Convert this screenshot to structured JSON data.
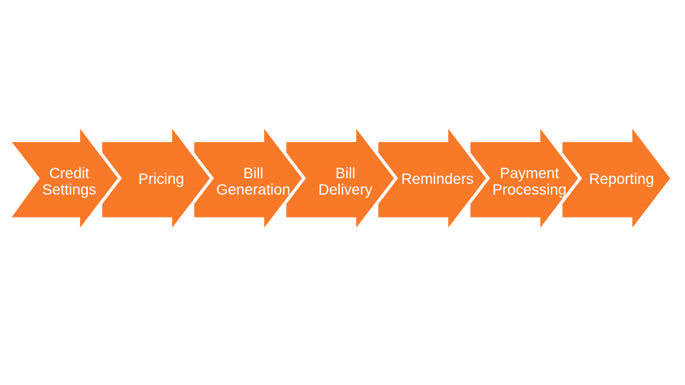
{
  "diagram": {
    "type": "process-flow",
    "direction": "left-to-right",
    "colors": {
      "accent": "#F87928",
      "outline": "#FFFFFF",
      "text": "#FFFFFF",
      "background": "#FFFFFF"
    },
    "steps": [
      {
        "label": "Credit Settings",
        "lines": [
          "Credit",
          "Settings"
        ]
      },
      {
        "label": "Pricing",
        "lines": [
          "Pricing"
        ]
      },
      {
        "label": "Bill Generation",
        "lines": [
          "Bill",
          "Generation"
        ]
      },
      {
        "label": "Bill Delivery",
        "lines": [
          "Bill",
          "Delivery"
        ]
      },
      {
        "label": "Reminders",
        "lines": [
          "Reminders"
        ]
      },
      {
        "label": "Payment Processing",
        "lines": [
          "Payment",
          "Processing"
        ]
      },
      {
        "label": "Reporting",
        "lines": [
          "Reporting"
        ]
      }
    ]
  }
}
